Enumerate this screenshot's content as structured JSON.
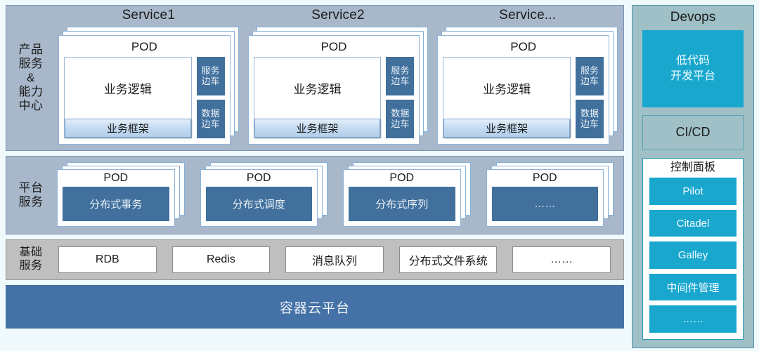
{
  "rows": {
    "products": {
      "label_lines": [
        "产品",
        "服务",
        "&",
        "能力",
        "中心"
      ],
      "services": [
        {
          "title": "Service1",
          "pod_title": "POD",
          "business_logic": "业务逻辑",
          "business_framework": "业务框架",
          "sidecars": [
            {
              "line1": "服务",
              "line2": "边车"
            },
            {
              "line1": "数据",
              "line2": "边车"
            }
          ]
        },
        {
          "title": "Service2",
          "pod_title": "POD",
          "business_logic": "业务逻辑",
          "business_framework": "业务框架",
          "sidecars": [
            {
              "line1": "服务",
              "line2": "边车"
            },
            {
              "line1": "数据",
              "line2": "边车"
            }
          ]
        },
        {
          "title": "Service...",
          "pod_title": "POD",
          "business_logic": "业务逻辑",
          "business_framework": "业务框架",
          "sidecars": [
            {
              "line1": "服务",
              "line2": "边车"
            },
            {
              "line1": "数据",
              "line2": "边车"
            }
          ]
        }
      ]
    },
    "platform": {
      "label_lines": [
        "平台",
        "服务"
      ],
      "pods": [
        {
          "pod_title": "POD",
          "name": "分布式事务"
        },
        {
          "pod_title": "POD",
          "name": "分布式调度"
        },
        {
          "pod_title": "POD",
          "name": "分布式序列"
        },
        {
          "pod_title": "POD",
          "name": "……"
        }
      ]
    },
    "basic": {
      "label_lines": [
        "基础",
        "服务"
      ],
      "items": [
        "RDB",
        "Redis",
        "消息队列",
        "分布式文件系统",
        "……"
      ]
    },
    "cloud": {
      "label": "容器云平台"
    }
  },
  "devops": {
    "title": "Devops",
    "lowcode": {
      "line1": "低代码",
      "line2": "开发平台"
    },
    "cicd": "CI/CD",
    "control_panel": {
      "title": "控制面板",
      "items": [
        "Pilot",
        "Citadel",
        "Galley",
        "中间件管理",
        "……"
      ]
    }
  },
  "colors": {
    "page_bg": "#f0fafd",
    "panel_bluegray": "#a8b8ca",
    "panel_gray": "#bfbfbf",
    "accent_blue": "#41709c",
    "cloud_blue": "#4572a6",
    "devops_bg": "#9fc0c6",
    "cyan": "#19a7ce"
  }
}
